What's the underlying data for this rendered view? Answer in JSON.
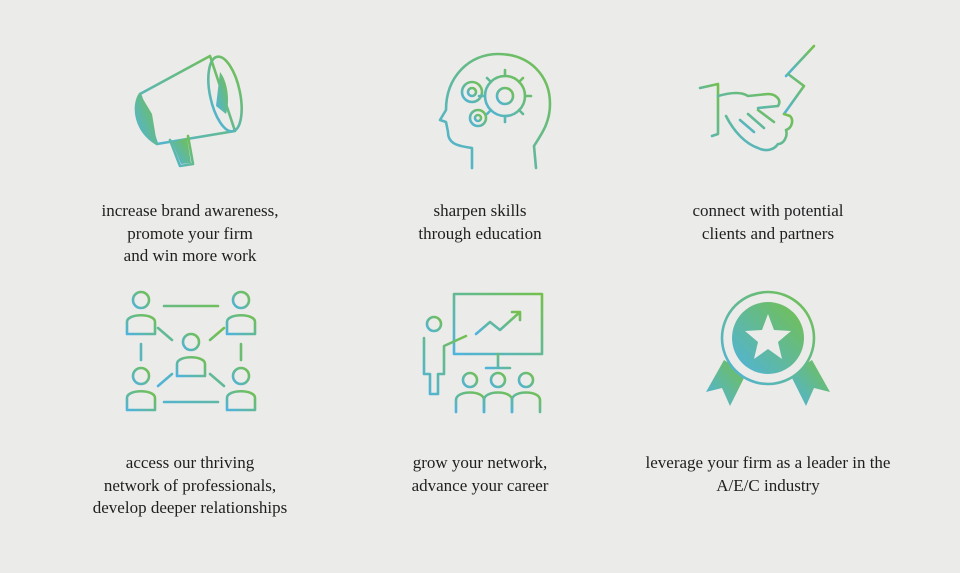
{
  "accent": {
    "blue": "#4fb3de",
    "green": "#74c04c"
  },
  "benefits": [
    {
      "icon": "megaphone-icon",
      "caption": "increase brand awareness,\npromote your firm\nand win more work"
    },
    {
      "icon": "head-gears-icon",
      "caption": "sharpen skills\nthrough education"
    },
    {
      "icon": "handshake-icon",
      "caption": "connect with potential\nclients and partners"
    },
    {
      "icon": "people-network-icon",
      "caption": "access our thriving\nnetwork of professionals,\ndevelop deeper relationships"
    },
    {
      "icon": "presentation-icon",
      "caption": "grow your network,\nadvance your career"
    },
    {
      "icon": "award-badge-icon",
      "caption": "leverage your firm as a leader in the\nA/E/C industry"
    }
  ]
}
